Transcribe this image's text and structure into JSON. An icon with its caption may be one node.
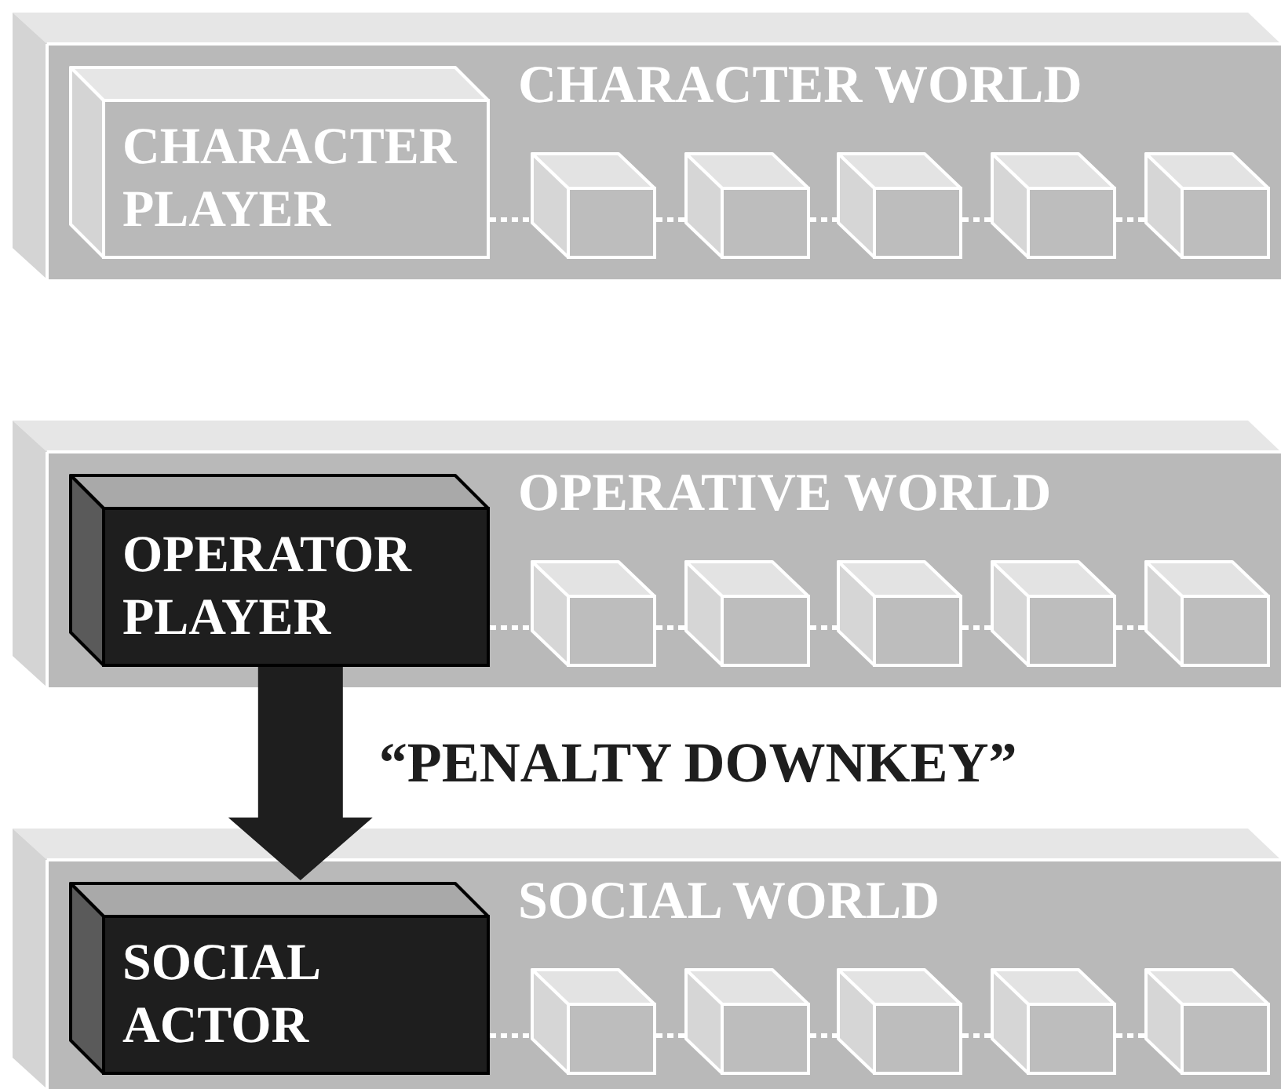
{
  "diagram": {
    "nodes": [
      {
        "text": [
          "CHARACTER WORLD"
        ]
      },
      {
        "text": [
          "CHARACTER PLAYER"
        ],
        "in": 0
      },
      {
        "text": [],
        "shape": "box",
        "in": 0
      },
      {
        "text": [],
        "shape": "box",
        "in": 0
      },
      {
        "text": [],
        "shape": "box",
        "in": 0
      },
      {
        "text": [],
        "shape": "box",
        "in": 0
      },
      {
        "text": [],
        "shape": "box",
        "in": 0
      },
      {
        "text": [
          "OPERATIVE WORLD"
        ]
      },
      {
        "text": [
          "OPERATOR PLAYER"
        ],
        "in": 7
      },
      {
        "text": [],
        "shape": "box",
        "in": 7
      },
      {
        "text": [],
        "shape": "box",
        "in": 7
      },
      {
        "text": [],
        "shape": "box",
        "in": 7
      },
      {
        "text": [],
        "shape": "box",
        "in": 7
      },
      {
        "text": [],
        "shape": "box",
        "in": 7
      },
      {
        "text": [
          "SOCIAL WORLD"
        ]
      },
      {
        "text": [
          "SOCIAL ACTOR"
        ],
        "in": 14
      },
      {
        "text": [],
        "shape": "box",
        "in": 14
      },
      {
        "text": [],
        "shape": "box",
        "in": 14
      },
      {
        "text": [],
        "shape": "box",
        "in": 14
      },
      {
        "text": [],
        "shape": "box",
        "in": 14
      },
      {
        "text": [],
        "shape": "box",
        "in": 14
      }
    ],
    "edges": [
      {
        "from": 1,
        "to": 2,
        "arrow": "none",
        "style": "dashed"
      },
      {
        "from": 2,
        "to": 3,
        "arrow": "none",
        "style": "dashed"
      },
      {
        "from": 3,
        "to": 4,
        "arrow": "none",
        "style": "dashed"
      },
      {
        "from": 4,
        "to": 5,
        "arrow": "none",
        "style": "dashed"
      },
      {
        "from": 5,
        "to": 6,
        "arrow": "none",
        "style": "dashed"
      },
      {
        "from": 8,
        "to": 9,
        "arrow": "none",
        "style": "dashed"
      },
      {
        "from": 9,
        "to": 10,
        "arrow": "none",
        "style": "dashed"
      },
      {
        "from": 10,
        "to": 11,
        "arrow": "none",
        "style": "dashed"
      },
      {
        "from": 11,
        "to": 12,
        "arrow": "none",
        "style": "dashed"
      },
      {
        "from": 12,
        "to": 13,
        "arrow": "none",
        "style": "dashed"
      },
      {
        "from": 15,
        "to": 16,
        "arrow": "none",
        "style": "dashed"
      },
      {
        "from": 16,
        "to": 17,
        "arrow": "none",
        "style": "dashed"
      },
      {
        "from": 17,
        "to": 18,
        "arrow": "none",
        "style": "dashed"
      },
      {
        "from": 18,
        "to": 19,
        "arrow": "none",
        "style": "dashed"
      },
      {
        "from": 19,
        "to": 20,
        "arrow": "none",
        "style": "dashed"
      },
      {
        "from": 8,
        "to": 15,
        "arrow": "to",
        "style": "thick",
        "color": "#1e1e1e",
        "label": "“PENALTY DOWNKEY”"
      }
    ]
  }
}
